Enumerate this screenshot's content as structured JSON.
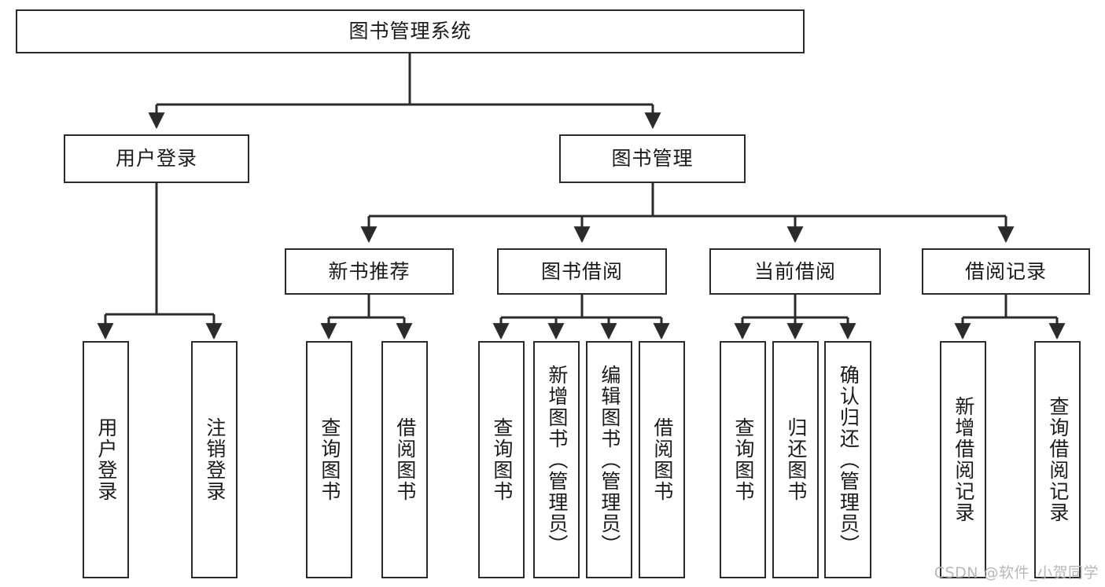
{
  "diagram": {
    "title": "图书管理系统",
    "watermark": "CSDN @软件_小贺同学",
    "line_color": "#2b2b2b",
    "box_fill": "#ffffff",
    "text_color": "#1a1a1a",
    "watermark_color": "#b8b8b8",
    "levels": {
      "root": {
        "label": "图书管理系统"
      },
      "level2": [
        {
          "label": "用户登录"
        },
        {
          "label": "图书管理"
        }
      ],
      "level3": [
        {
          "label": "新书推荐"
        },
        {
          "label": "图书借阅"
        },
        {
          "label": "当前借阅"
        },
        {
          "label": "借阅记录"
        }
      ],
      "leaves": {
        "user_login": [
          {
            "label": "用户登录"
          },
          {
            "label": "注销登录"
          }
        ],
        "new_book": [
          {
            "label": "查询图书"
          },
          {
            "label": "借阅图书"
          }
        ],
        "book_borrow": [
          {
            "label": "查询图书"
          },
          {
            "label": "新增图书（管理员）"
          },
          {
            "label": "编辑图书（管理员）"
          },
          {
            "label": "借阅图书"
          }
        ],
        "current_borrow": [
          {
            "label": "查询图书"
          },
          {
            "label": "归还图书"
          },
          {
            "label": "确认归还（管理员）"
          }
        ],
        "borrow_record": [
          {
            "label": "新增借阅记录"
          },
          {
            "label": "查询借阅记录"
          }
        ]
      }
    }
  }
}
